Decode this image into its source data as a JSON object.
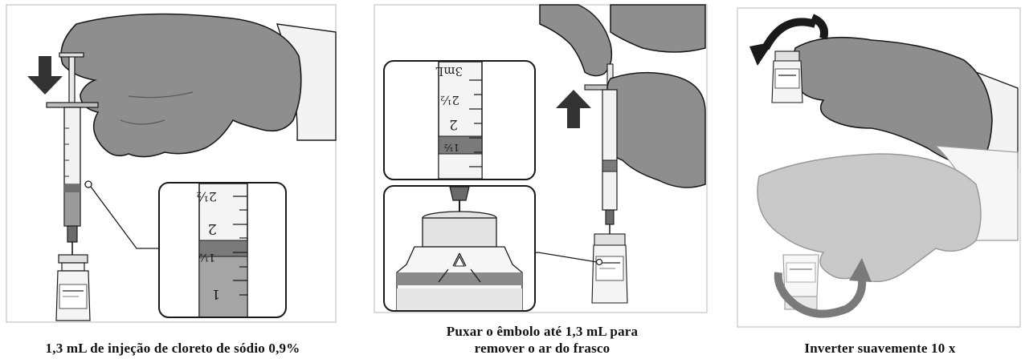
{
  "steps": [
    {
      "caption": "1,3 mL de injeção de cloreto de sódio 0,9%"
    },
    {
      "caption": "Puxar o êmbolo até 1,3 mL para remover o ar do frasco"
    },
    {
      "caption": "Inverter suavemente 10 x"
    }
  ],
  "syringe_marks": {
    "m3": "3mL",
    "m2half": "2½",
    "m2": "2",
    "m1half": "1½",
    "m1": "1"
  },
  "colors": {
    "glove_dark": "#8e8e8e",
    "glove_light": "#c9c9c9",
    "outline": "#1a1a1a",
    "panel_border": "#cfcfcf"
  }
}
